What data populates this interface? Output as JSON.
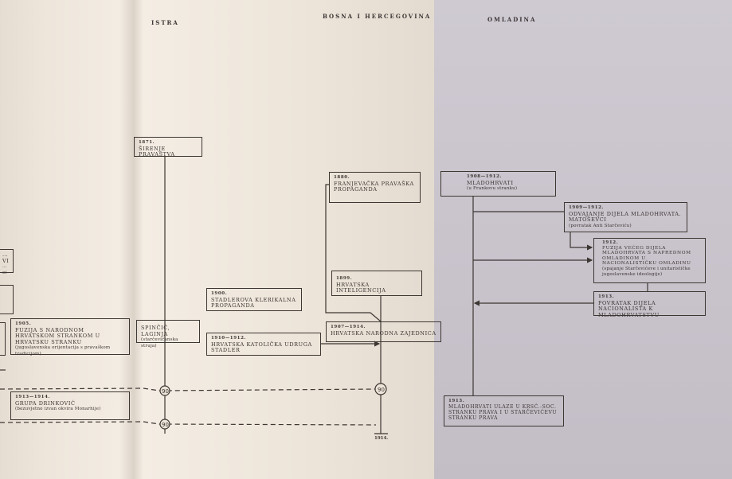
{
  "headers": {
    "istra": "ISTRA",
    "bih": "BOSNA I HERCEGOVINA",
    "omladina": "OMLADINA"
  },
  "boxes": {
    "sirenje": {
      "year": "1871.",
      "title": "ŠIRENJE PRAVAŠTVA"
    },
    "partial1": {
      "title": "…VI",
      "note": "…ei"
    },
    "fuzija1905": {
      "year": "1905.",
      "title": "FUZIJA S NARODNOM HRVATSKOM STRANKOM U HRVATSKU STRANKU",
      "note": "(jugoslavenska orijentacija s pravaškom tradicijom)"
    },
    "spincic": {
      "title": "SPINČIĆ, LAGINJA",
      "note": "(starčevićanska struja)"
    },
    "stadlerova": {
      "year": "1900.",
      "title": "STADLEROVA KLERIKALNA PROPAGANDA"
    },
    "katolicka": {
      "year": "1910—1912.",
      "title": "HRVATSKA KATOLIČKA UDRUGA STADLER"
    },
    "franjevacka": {
      "year": "1880.",
      "title": "FRANJEVAČKA PRAVAŠKA PROPAGANDA"
    },
    "inteligencija": {
      "year": "1899.",
      "title": "HRVATSKA INTELIGENCIJA"
    },
    "zajednica": {
      "year": "1907—1914.",
      "title": "HRVATSKA NARODNA ZAJEDNICA"
    },
    "mladohrvati": {
      "year": "1908—1912.",
      "title": "MLADOHRVATI",
      "note": "(u Frankovu stranku)"
    },
    "odvajanje": {
      "year": "1909—1912.",
      "title": "ODVAJANJE DIJELA MLADOHRVATA. MATOŠEVCI",
      "note": "(povratak Anti Starčeviću)"
    },
    "fuzija1912": {
      "year": "1912.",
      "title": "FUZIJA VEĆEG DIJELA MLADOHRVATA S NAPREDNOM OMLADINOM U NACIONALISTIČKU OMLADINU",
      "note": "(spajanje Starčevićeve i unitarističke jugoslavenske ideologije)"
    },
    "povratak": {
      "year": "1913.",
      "title": "POVRATAK DIJELA NACIONALISTA K MLADOHRVATSTVU"
    },
    "drinkovic": {
      "year": "1913—1914.",
      "title": "GRUPA DRINKOVIĆ",
      "note": "(bezuvjetno izvan okvira Monarhije)"
    },
    "ulaze": {
      "year": "1913.",
      "title": "MLADOHRVATI ULAZE U KRSĆ.-SOC. STRANKU PRAVA I U STARČEVIĆEVU STRANKU PRAVA"
    }
  },
  "markers": {
    "c1": "90",
    "c2": "90",
    "c3": "90"
  },
  "end_year": "1914."
}
